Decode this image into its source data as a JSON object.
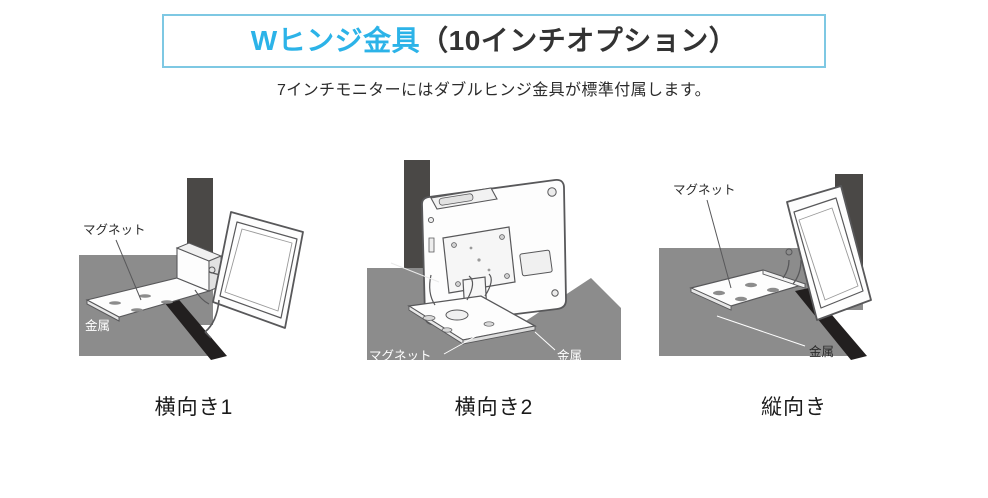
{
  "header": {
    "title_main": "Wヒンジ金具",
    "title_suffix": "（10インチオプション）",
    "subtitle": "7インチモニターにはダブルヒンジ金具が標準付属します。",
    "accent_color": "#2cb3e8",
    "border_color": "#7ec8e3"
  },
  "palette": {
    "surface_gray": "#8c8c8c",
    "pillar_dark": "#4a4846",
    "shadow_dark": "#221f1f",
    "plate_white": "#fdfdfd",
    "outline": "#58585a"
  },
  "figures": [
    {
      "id": "landscape-1",
      "caption": "横向き1",
      "labels": {
        "magnet": "マグネット",
        "metal": "金属"
      }
    },
    {
      "id": "landscape-2",
      "caption": "横向き2",
      "labels": {
        "magnet": "マグネット",
        "metal": "金属"
      }
    },
    {
      "id": "portrait",
      "caption": "縦向き",
      "labels": {
        "magnet": "マグネット",
        "metal": "金属"
      }
    }
  ]
}
